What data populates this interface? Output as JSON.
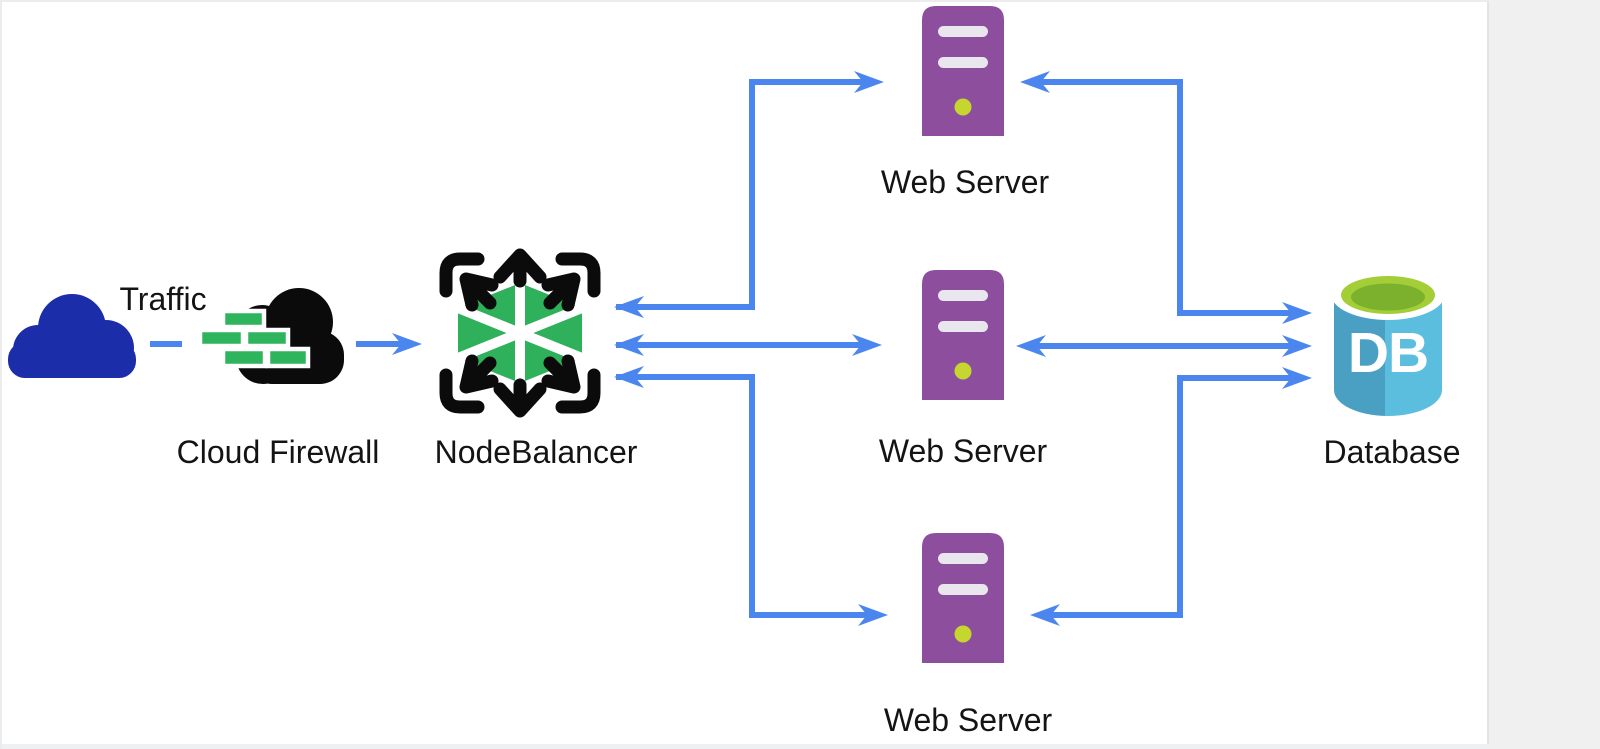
{
  "page": {
    "background": "#ffffff",
    "right_panel_color": "#f0f0f1",
    "border_color": "#e9e9e9"
  },
  "diagram": {
    "type": "architecture-diagram",
    "connector_color": "#4b86ef",
    "nodes": {
      "traffic": {
        "label": "Traffic",
        "type": "internet-cloud",
        "color": "#1c2daa"
      },
      "firewall": {
        "label": "Cloud Firewall",
        "type": "firewall",
        "colors": {
          "cloud": "#0b0b0b",
          "bricks": "#2db45c"
        }
      },
      "nodebalancer": {
        "label": "NodeBalancer",
        "type": "load-balancer",
        "colors": {
          "hexagon": "#2fb05a",
          "arrows": "#0b0b0b"
        }
      },
      "webserver1": {
        "label": "Web Server",
        "type": "server",
        "colors": {
          "body": "#8d4f9d",
          "slots": "#e9e6ee",
          "led": "#c5d72f"
        }
      },
      "webserver2": {
        "label": "Web Server",
        "type": "server",
        "colors": {
          "body": "#8d4f9d",
          "slots": "#e9e6ee",
          "led": "#c5d72f"
        }
      },
      "webserver3": {
        "label": "Web Server",
        "type": "server",
        "colors": {
          "body": "#8d4f9d",
          "slots": "#e9e6ee",
          "led": "#c5d72f"
        }
      },
      "database": {
        "label": "Database",
        "badge": "DB",
        "type": "database",
        "colors": {
          "body_left": "#4aa0c3",
          "body_right": "#5cbede",
          "top_ring": "#a3ce37",
          "top_inner": "#7cb12e"
        }
      }
    },
    "edges": [
      {
        "from": "traffic",
        "to": "firewall",
        "style": "dashed",
        "direction": "none"
      },
      {
        "from": "firewall",
        "to": "nodebalancer",
        "style": "solid",
        "direction": "forward"
      },
      {
        "from": "nodebalancer",
        "to": "webserver1",
        "style": "solid",
        "direction": "both"
      },
      {
        "from": "nodebalancer",
        "to": "webserver2",
        "style": "solid",
        "direction": "both"
      },
      {
        "from": "nodebalancer",
        "to": "webserver3",
        "style": "solid",
        "direction": "both"
      },
      {
        "from": "webserver1",
        "to": "database",
        "style": "solid",
        "direction": "both"
      },
      {
        "from": "webserver2",
        "to": "database",
        "style": "solid",
        "direction": "both"
      },
      {
        "from": "webserver3",
        "to": "database",
        "style": "solid",
        "direction": "both"
      }
    ]
  }
}
